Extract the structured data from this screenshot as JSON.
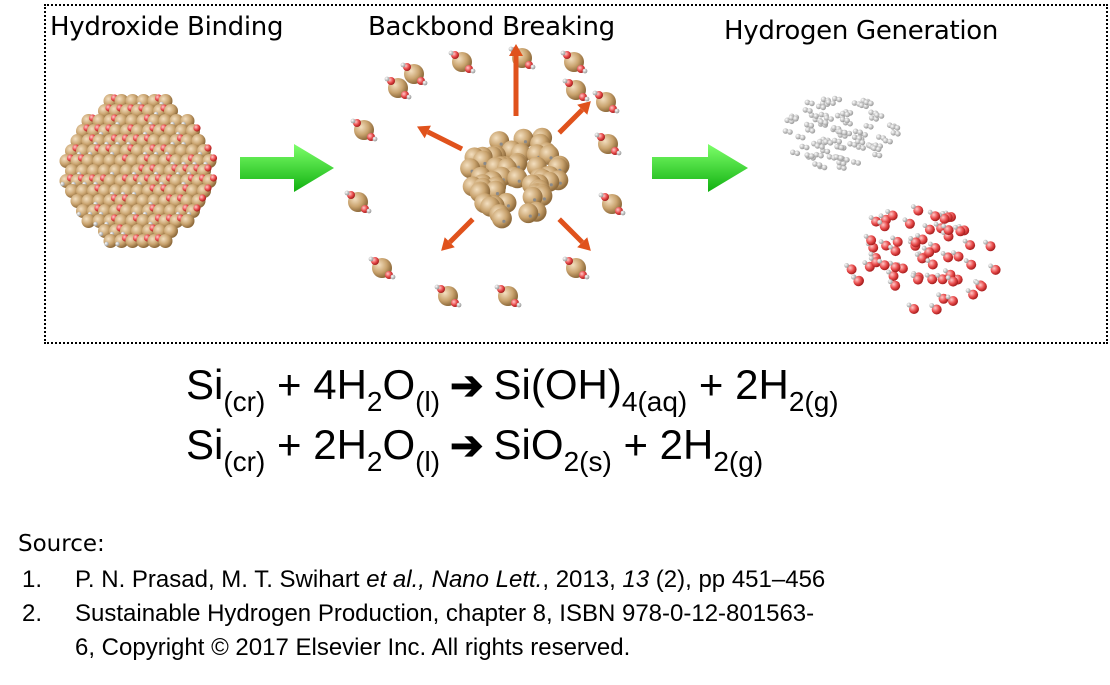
{
  "stages": [
    {
      "label": "Hydroxide Binding"
    },
    {
      "label": "Backbond Breaking"
    },
    {
      "label": "Hydrogen Generation"
    }
  ],
  "equations": [
    {
      "lhs_el": "Si",
      "lhs_phase": "(cr)",
      "plus1": "+ 4H",
      "sub_h": "2",
      "o": "O",
      "o_phase": "(l)",
      "arrow": "➔",
      "product1": "Si(OH)",
      "product1_sub": "4(aq)",
      "plus2": "+ 2H",
      "product2_sub": "2(g)"
    },
    {
      "lhs_el": "Si",
      "lhs_phase": "(cr)",
      "plus1": "+ 2H",
      "sub_h": "2",
      "o": "O",
      "o_phase": "(l)",
      "arrow": "➔",
      "product1": "SiO",
      "product1_sub": "2(s)",
      "plus2": "+ 2H",
      "product2_sub": "2(g)"
    }
  ],
  "source": {
    "label": "Source:",
    "refs": [
      {
        "num": "1.",
        "authors": "P. N. Prasad, M. T. Swihart ",
        "etal": "et al.,",
        "sep": " ",
        "journal": "Nano Lett.",
        "year": ", 2013, ",
        "volume": "13",
        "rest": " (2), pp 451–456"
      },
      {
        "num": "2.",
        "line1": "Sustainable Hydrogen Production, chapter 8, ISBN 978-0-12-801563-",
        "line2": "6, Copyright © 2017 Elsevier Inc. All rights reserved."
      }
    ]
  },
  "colors": {
    "silicon": "#c9a36e",
    "oxygen": "#e84a4a",
    "hydrogen": "#bdbdbd",
    "green_arrow": "#22cc22",
    "red_arrow": "#e0521c"
  }
}
